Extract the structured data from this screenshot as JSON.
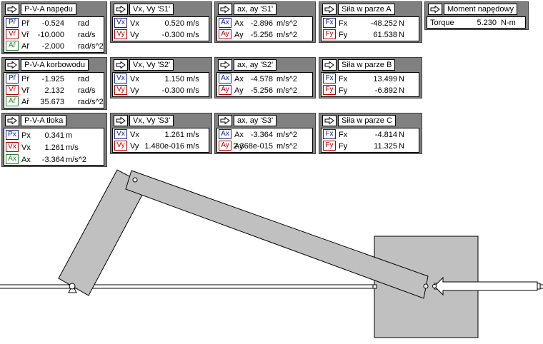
{
  "panels": {
    "napedu": {
      "title": "P-V-A napędu",
      "rows": [
        {
          "btn": "Př",
          "name": "Př",
          "value": "-0.524",
          "unit": "rad"
        },
        {
          "btn": "Vř",
          "name": "Vř",
          "value": "-10.000",
          "unit": "rad/s"
        },
        {
          "btn": "Ař",
          "name": "Ař",
          "value": "-2.000",
          "unit": "rad/s^2"
        }
      ]
    },
    "korbowodu": {
      "title": "P-V-A korbowodu",
      "rows": [
        {
          "btn": "Př",
          "name": "Př",
          "value": "-1.925",
          "unit": "rad"
        },
        {
          "btn": "Vř",
          "name": "Vř",
          "value": "2.132",
          "unit": "rad/s"
        },
        {
          "btn": "Ař",
          "name": "Ař",
          "value": "35.673",
          "unit": "rad/s^2"
        }
      ]
    },
    "tloka": {
      "title": "P-V-A tłoka",
      "rows": [
        {
          "btn": "Px",
          "name": "Px",
          "value": "0.341",
          "unit": "m"
        },
        {
          "btn": "Vx",
          "name": "Vx",
          "value": "1.261",
          "unit": "m/s"
        },
        {
          "btn": "Ax",
          "name": "Ax",
          "value": "-3.364",
          "unit": "m/s^2"
        }
      ]
    },
    "vs1": {
      "title": "Vx, Vy 'S1'",
      "rows": [
        {
          "btn": "Vx",
          "name": "Vx",
          "value": "0.520",
          "unit": "m/s"
        },
        {
          "btn": "Vy",
          "name": "Vy",
          "value": "-0.300",
          "unit": "m/s"
        }
      ]
    },
    "vs2": {
      "title": "Vx, Vy 'S2'",
      "rows": [
        {
          "btn": "Vx",
          "name": "Vx",
          "value": "1.150",
          "unit": "m/s"
        },
        {
          "btn": "Vy",
          "name": "Vy",
          "value": "-0.300",
          "unit": "m/s"
        }
      ]
    },
    "vs3": {
      "title": "Vx, Vy 'S3'",
      "rows": [
        {
          "btn": "Vx",
          "name": "Vx",
          "value": "1.261",
          "unit": "m/s"
        },
        {
          "btn": "Vy",
          "name": "Vy",
          "value": "1.480e-016",
          "unit": "m/s"
        }
      ]
    },
    "as1": {
      "title": "ax, ay 'S1'",
      "rows": [
        {
          "btn": "Ax",
          "name": "Ax",
          "value": "-2.896",
          "unit": "m/s^2"
        },
        {
          "btn": "Ay",
          "name": "Ay",
          "value": "-5.256",
          "unit": "m/s^2"
        }
      ]
    },
    "as2": {
      "title": "ax, ay 'S2'",
      "rows": [
        {
          "btn": "Ax",
          "name": "Ax",
          "value": "-4.578",
          "unit": "m/s^2"
        },
        {
          "btn": "Ay",
          "name": "Ay",
          "value": "-5.256",
          "unit": "m/s^2"
        }
      ]
    },
    "as3": {
      "title": "ax, ay 'S3'",
      "rows": [
        {
          "btn": "Ax",
          "name": "Ax",
          "value": "-3.364",
          "unit": "m/s^2"
        },
        {
          "btn": "Ay",
          "name": "Ay",
          "value": "2.368e-015",
          "unit": "m/s^2"
        }
      ]
    },
    "fa": {
      "title": "Siła w parze A",
      "rows": [
        {
          "btn": "Fx",
          "name": "Fx",
          "value": "-48.252",
          "unit": "N"
        },
        {
          "btn": "Fy",
          "name": "Fy",
          "value": "61.538",
          "unit": "N"
        }
      ]
    },
    "fb": {
      "title": "Siła w parze B",
      "rows": [
        {
          "btn": "Fx",
          "name": "Fx",
          "value": "13.499",
          "unit": "N"
        },
        {
          "btn": "Fy",
          "name": "Fy",
          "value": "-6.892",
          "unit": "N"
        }
      ]
    },
    "fc": {
      "title": "Siła w parze C",
      "rows": [
        {
          "btn": "Fx",
          "name": "Fx",
          "value": "-4.814",
          "unit": "N"
        },
        {
          "btn": "Fy",
          "name": "Fy",
          "value": "11.325",
          "unit": "N"
        }
      ]
    },
    "moment": {
      "title": "Moment napędowy",
      "rows": [
        {
          "name": "Torque",
          "value": "5.230",
          "unit": "N-m"
        }
      ]
    }
  },
  "colors": {
    "panel": "#808080",
    "link": "#c0c0c0",
    "blue": "#1a237e",
    "red": "#b00000",
    "green": "#2e7d32"
  }
}
